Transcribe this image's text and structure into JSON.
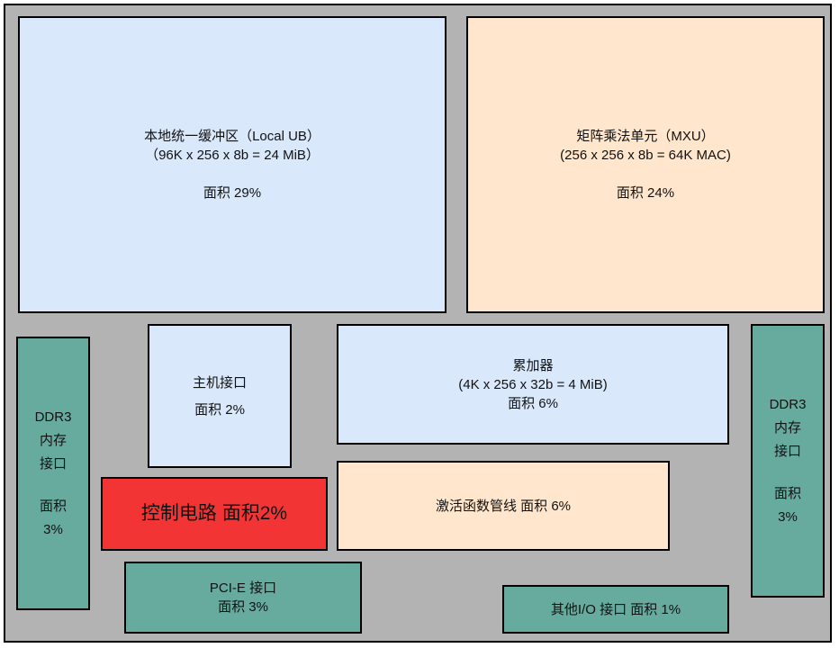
{
  "colors": {
    "background": "#b3b3b3",
    "memory_blue": "#dae8fc",
    "compute_orange": "#ffe6cc",
    "interface_teal": "#67ab9f",
    "control_red": "#f23434"
  },
  "blocks": {
    "local_ub": {
      "title": "本地统一缓冲区（Local UB）",
      "detail": "（96K x 256 x 8b = 24 MiB）",
      "area": "面积 29%"
    },
    "mxu": {
      "title": "矩阵乘法单元（MXU）",
      "detail": "(256 x 256 x 8b = 64K MAC)",
      "area": "面积 24%"
    },
    "ddr3_left": {
      "line1": "DDR3",
      "line2": "内存",
      "line3": "接口",
      "area_label": "面积",
      "area_value": "3%"
    },
    "host_interface": {
      "title": "主机接口",
      "area": "面积 2%"
    },
    "accumulators": {
      "title": "累加器",
      "detail": "(4K x 256 x 32b = 4 MiB)",
      "area": "面积 6%"
    },
    "ddr3_right": {
      "line1": "DDR3",
      "line2": "内存",
      "line3": "接口",
      "area_label": "面积",
      "area_value": "3%"
    },
    "control": {
      "label": "控制电路 面积2%"
    },
    "activation_pipeline": {
      "label": "激活函数管线 面积 6%"
    },
    "pcie": {
      "title": "PCI-E 接口",
      "area": "面积 3%"
    },
    "misc_io": {
      "label": "其他I/O 接口 面积 1%"
    }
  }
}
